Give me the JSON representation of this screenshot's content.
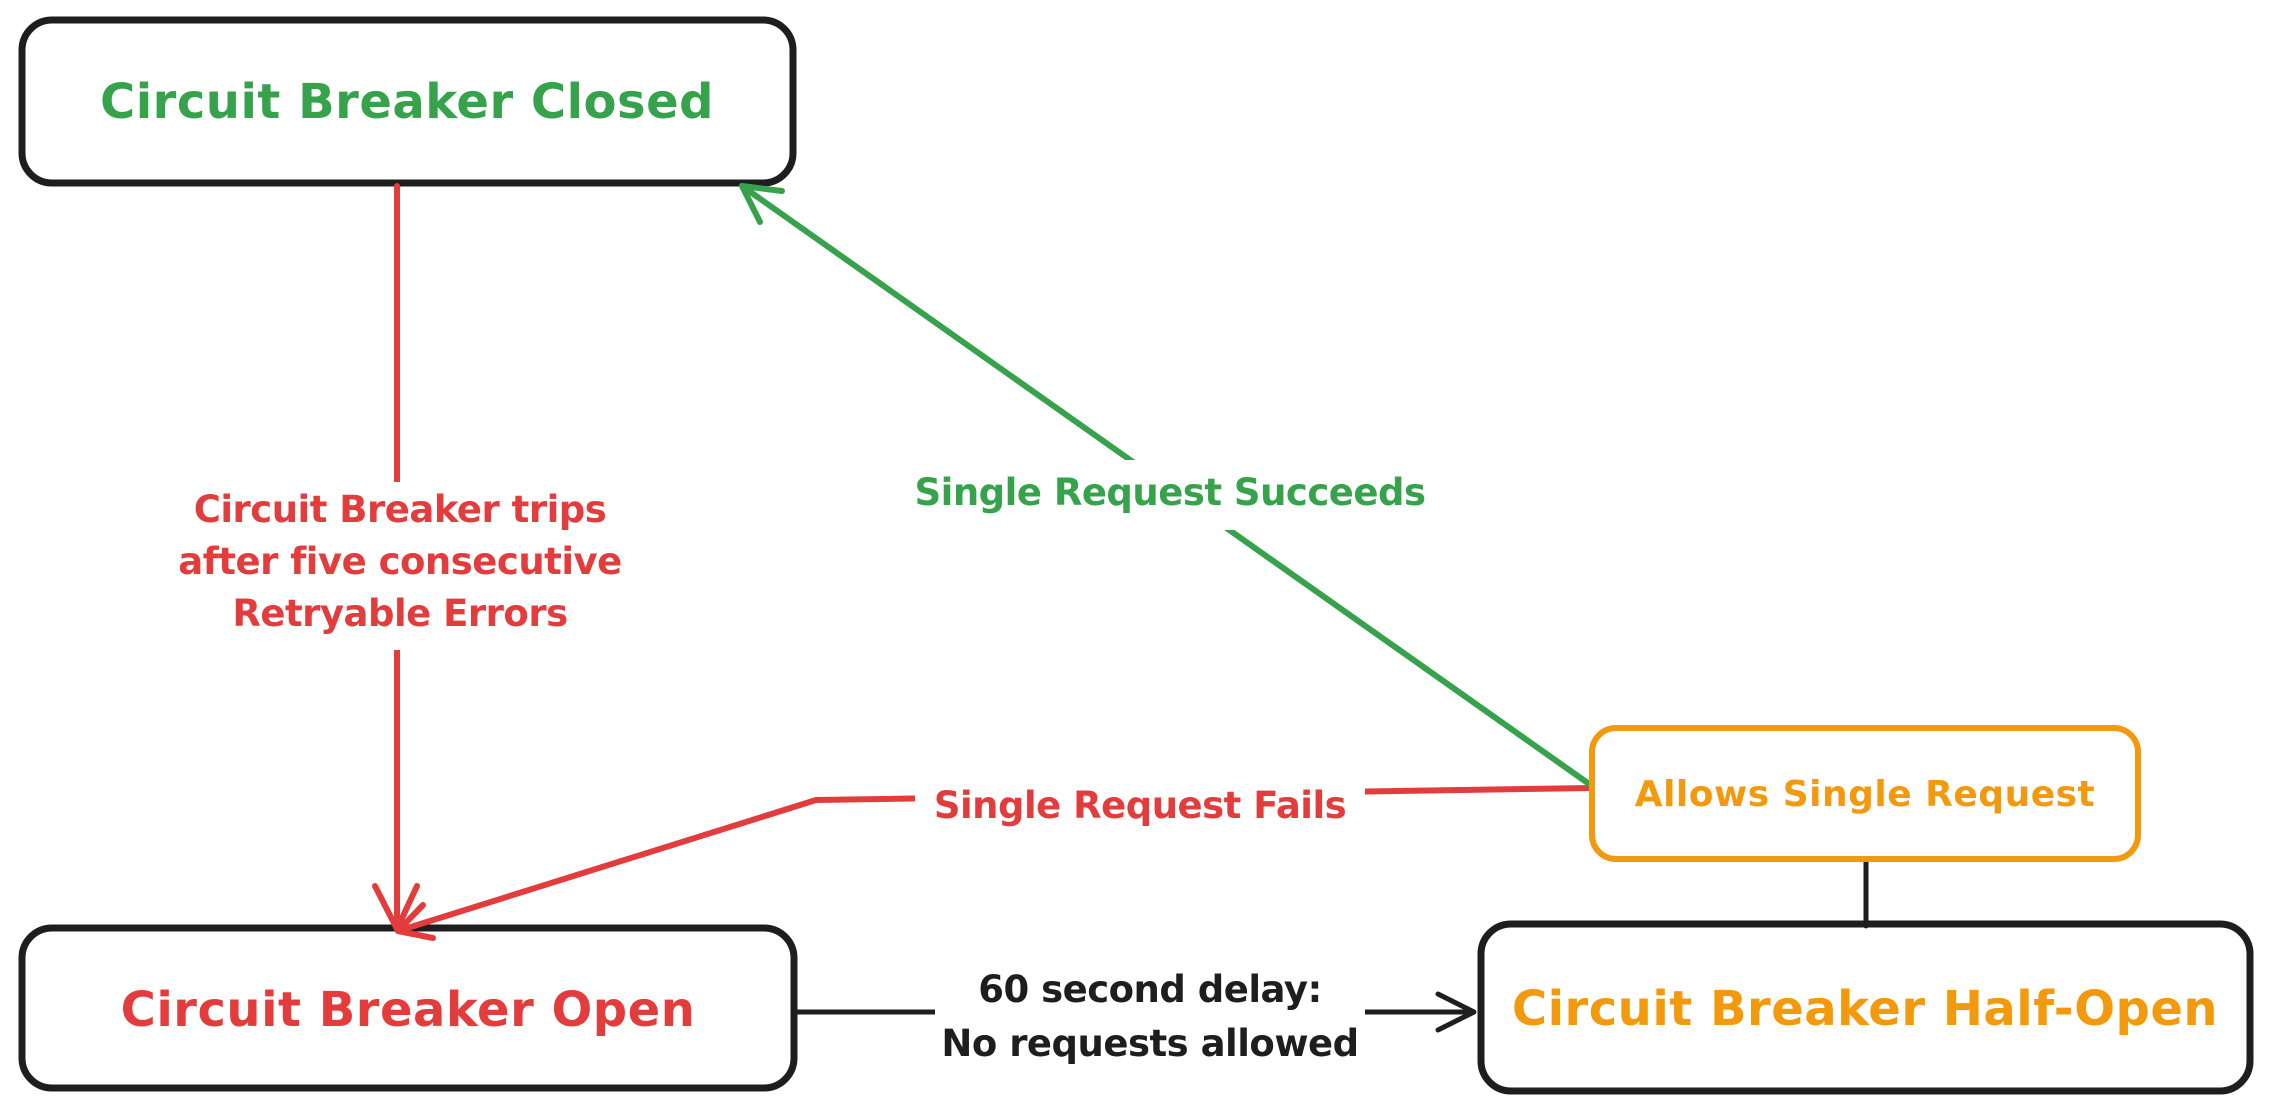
{
  "colors": {
    "green": "#36a24b",
    "red": "#e23c3c",
    "orange": "#f2990d",
    "ink": "#1e1e1e",
    "background": "#ffffff"
  },
  "nodes": {
    "closed": {
      "label": "Circuit Breaker Closed",
      "color": "#36a24b"
    },
    "open": {
      "label": "Circuit Breaker Open",
      "color": "#e23c3c"
    },
    "half_open": {
      "label": "Circuit Breaker Half-Open",
      "color": "#f2990d"
    },
    "allows": {
      "label": "Allows Single Request",
      "color": "#f2990d"
    }
  },
  "edges": {
    "trip": {
      "from": "closed",
      "to": "open",
      "color": "#e23c3c",
      "lines": [
        "Circuit Breaker trips",
        "after five consecutive",
        "Retryable Errors"
      ]
    },
    "succeeds": {
      "from": "allows",
      "to": "closed",
      "color": "#36a24b",
      "label": "Single Request Succeeds"
    },
    "fails": {
      "from": "allows",
      "to": "open",
      "color": "#e23c3c",
      "label": "Single Request Fails"
    },
    "delay": {
      "from": "open",
      "to": "half_open",
      "color": "#1e1e1e",
      "lines": [
        "60 second delay:",
        "No requests allowed"
      ]
    },
    "connector": {
      "from": "allows",
      "to": "half_open",
      "color": "#1e1e1e",
      "label": ""
    }
  }
}
